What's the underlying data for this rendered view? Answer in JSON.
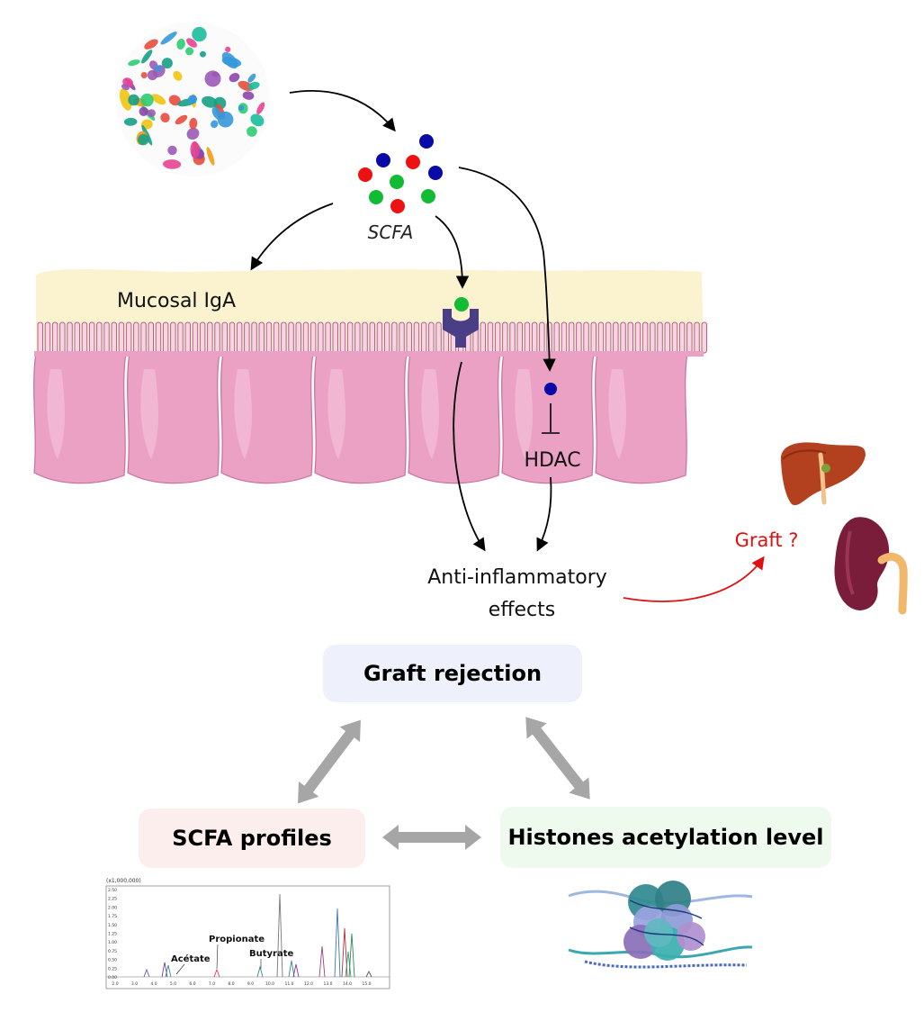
{
  "labels": {
    "scfa": "SCFA",
    "mucosal_iga": "Mucosal IgA",
    "hdac": "HDAC",
    "anti_line1": "Anti-inflammatory",
    "anti_line2": "effects",
    "graft_q": "Graft ?"
  },
  "boxes": {
    "graft_rejection": "Graft rejection",
    "scfa_profiles": "SCFA profiles",
    "histones": "Histones acetylation level"
  },
  "chromatogram": {
    "scale_label": "(x1,000,000)",
    "y_ticks": [
      "2.50",
      "2.25",
      "2.00",
      "1.75",
      "1.50",
      "1.25",
      "1.00",
      "0.75",
      "0.50",
      "0.25",
      "0.00"
    ],
    "x_ticks": [
      "2.0",
      "3.0",
      "4.0",
      "5.0",
      "6.0",
      "7.0",
      "8.0",
      "9.0",
      "10.0",
      "11.0",
      "12.0",
      "13.0",
      "14.0",
      "15.0"
    ],
    "peaks": {
      "acetate": "Acétate",
      "propionate": "Propionate",
      "butyrate": "Butyrate"
    }
  },
  "colors": {
    "mucus": "#fbf3cf",
    "cell": "#eaa1c4",
    "cell_dark": "#c9709b",
    "graft_rejection_bg": "#eef1fc",
    "scfa_profiles_bg": "#fdeeee",
    "histones_bg": "#eefaee",
    "red_arrow": "#e01010",
    "scfa_red": "#ee1111",
    "scfa_blue": "#0a0aa6",
    "scfa_green": "#11bb33",
    "receptor": "#4a3f86"
  },
  "icons": {
    "microbiota": "bacteria-cluster-icon",
    "receptor": "receptor-icon",
    "liver": "liver-icon",
    "kidney": "kidney-icon",
    "nucleosome": "nucleosome-icon"
  }
}
